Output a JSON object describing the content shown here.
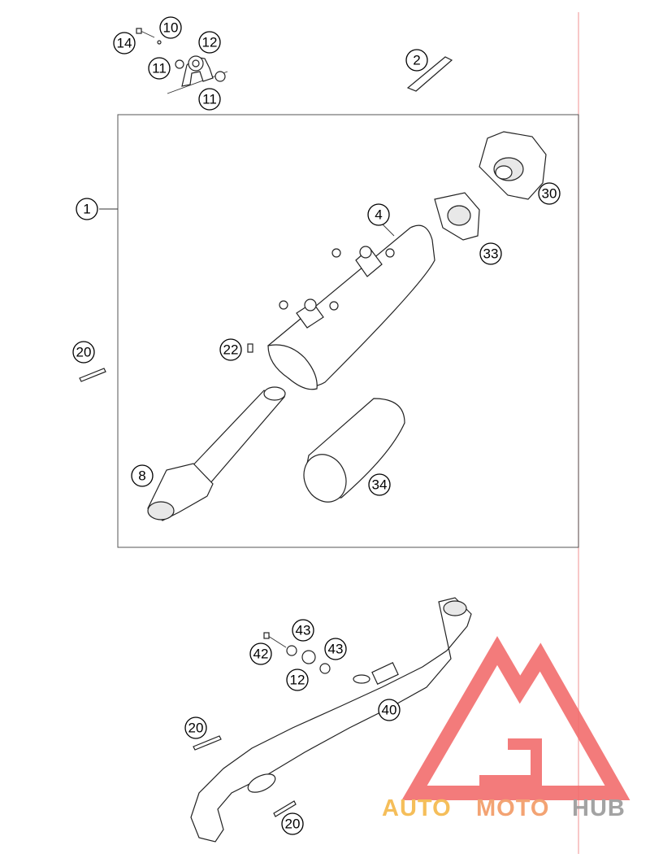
{
  "callouts": {
    "c1": "1",
    "c2": "2",
    "c4": "4",
    "c8": "8",
    "c10": "10",
    "c11a": "11",
    "c11b": "11",
    "c12a": "12",
    "c12b": "12",
    "c14": "14",
    "c20a": "20",
    "c20b": "20",
    "c20c": "20",
    "c22": "22",
    "c30": "30",
    "c33": "33",
    "c34": "34",
    "c40": "40",
    "c42": "42",
    "c43a": "43",
    "c43b": "43"
  },
  "watermark": {
    "part1": "AUTO",
    "part2": "MOTO",
    "part3": "HUB",
    "colors": {
      "auto": "#f5b849",
      "moto": "#f29a64",
      "hub": "#9a9a9a",
      "logo": "#f26d6d"
    }
  }
}
